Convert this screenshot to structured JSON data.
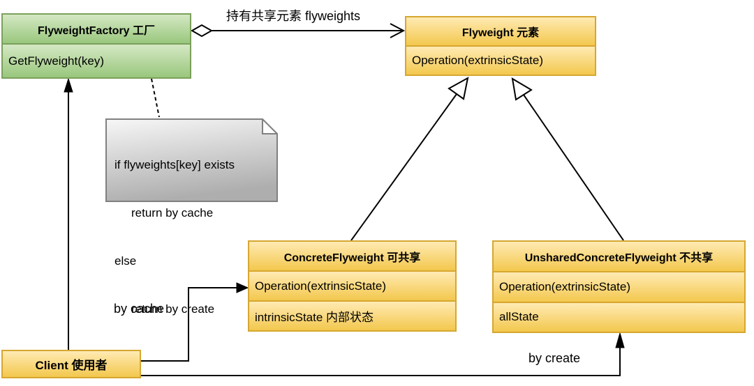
{
  "classes": {
    "factory": {
      "title": "FlyweightFactory 工厂",
      "members": [
        "GetFlyweight(key)"
      ]
    },
    "flyweight": {
      "title": "Flyweight 元素",
      "members": [
        "Operation(extrinsicState)"
      ]
    },
    "concrete_flyweight": {
      "title": "ConcreteFlyweight 可共享",
      "members": [
        "Operation(extrinsicState)",
        "intrinsicState 内部状态"
      ]
    },
    "unshared_concrete_flyweight": {
      "title": "UnsharedConcreteFlyweight 不共享",
      "members": [
        "Operation(extrinsicState)",
        "allState"
      ]
    },
    "client": {
      "title": "Client 使用者"
    }
  },
  "note": {
    "line1": "if flyweights[key] exists",
    "line2": "return by cache",
    "line3": "else",
    "line4": "return by create"
  },
  "edge_labels": {
    "aggregation": "持有共享元素 flyweights",
    "by_cache": "by cache",
    "by_create": "by create"
  },
  "colors": {
    "class_fill_top": "#ffeab3",
    "class_fill_bottom": "#f3c84e",
    "class_border": "#d6a730",
    "factory_fill_top": "#d5e8c4",
    "factory_fill_bottom": "#99c77d",
    "factory_border": "#7ba05b",
    "note_fill_top": "#f7f7f7",
    "note_fill_bottom": "#aeaeae",
    "note_border": "#808080",
    "line": "#000000"
  }
}
